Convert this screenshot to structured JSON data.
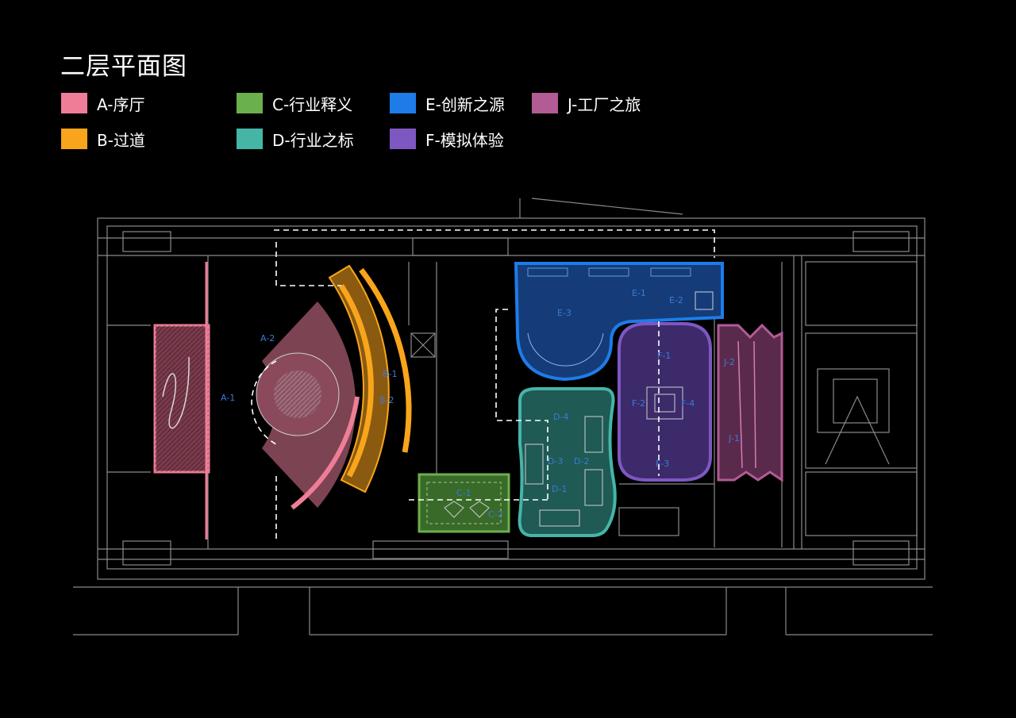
{
  "title": "二层平面图",
  "legend": [
    {
      "key": "A",
      "label": "A-序厅",
      "color": "#ef7d98"
    },
    {
      "key": "B",
      "label": "B-过道",
      "color": "#f9a51b"
    },
    {
      "key": "C",
      "label": "C-行业释义",
      "color": "#6ab04c"
    },
    {
      "key": "D",
      "label": "D-行业之标",
      "color": "#45b5a8"
    },
    {
      "key": "E",
      "label": "E-创新之源",
      "color": "#1e7ce8"
    },
    {
      "key": "F",
      "label": "F-模拟体验",
      "color": "#7e57c2"
    },
    {
      "key": "J",
      "label": "J-工厂之旅",
      "color": "#b25b95"
    }
  ],
  "zones": {
    "a1": "A-1",
    "a2": "A-2",
    "b1": "B-1",
    "b2": "B-2",
    "c1": "C-1",
    "c2": "C-2",
    "d1": "D-1",
    "d2": "D-2",
    "d3": "D-3",
    "d4": "D-4",
    "e1": "E-1",
    "e2": "E-2",
    "e3": "E-3",
    "f1": "F-1",
    "f2": "F-2",
    "f3": "F-3",
    "f4": "F-4",
    "j1": "J-1",
    "j2": "J-2"
  }
}
